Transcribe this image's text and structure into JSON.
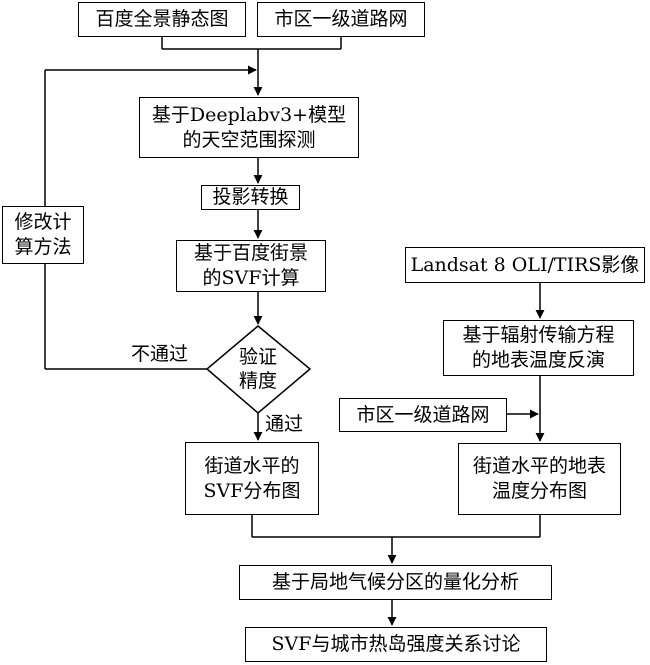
{
  "nodes": {
    "baidu_panorama": "百度全景静态图",
    "road_network_top": "市区一级道路网",
    "sky_detect_line1": "基于Deeplabv3+模型",
    "sky_detect_line2": "的天空范围探测",
    "projection": "投影转换",
    "svf_calc_line1": "基于百度街景",
    "svf_calc_line2": "的SVF计算",
    "verify_line1": "验证",
    "verify_line2": "精度",
    "modify_line1": "修改计",
    "modify_line2": "算方法",
    "svf_map_line1": "街道水平的",
    "svf_map_line2": "SVF分布图",
    "landsat": "Landsat 8 OLI/TIRS影像",
    "lst_line1": "基于辐射传输方程",
    "lst_line2": "的地表温度反演",
    "road_network_mid": "市区一级道路网",
    "lst_map_line1": "街道水平的地表",
    "lst_map_line2": "温度分布图",
    "lcz_analysis": "基于局地气候分区的量化分析",
    "discussion": "SVF与城市热岛强度关系讨论"
  },
  "edge_labels": {
    "fail": "不通过",
    "pass": "通过"
  }
}
